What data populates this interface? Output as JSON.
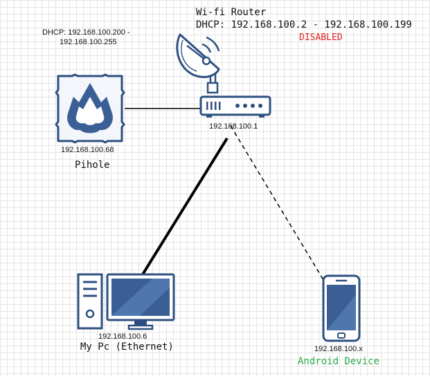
{
  "router": {
    "title": "Wi-fi Router",
    "dhcp": "DHCP: 192.168.100.2 - 192.168.100.199",
    "status": "DISABLED",
    "ip": "192.168.100.1"
  },
  "pihole": {
    "dhcp_line1": "DHCP: 192.168.100.200 -",
    "dhcp_line2": "192.168.100.255",
    "ip": "192.168.100.68",
    "name": "Pihole"
  },
  "pc": {
    "ip": "192.168.100.6",
    "name": "My Pc (Ethernet)"
  },
  "android": {
    "ip": "192.168.100.x",
    "name": "Android Device"
  },
  "colors": {
    "status_red": "#e02020",
    "android_green": "#2eaa4a",
    "icon_blue": "#3a5f95",
    "icon_dark": "#2d4f80"
  },
  "links": [
    {
      "from": "pihole",
      "to": "router",
      "style": "solid-thin"
    },
    {
      "from": "router",
      "to": "pc",
      "style": "solid-thick"
    },
    {
      "from": "router",
      "to": "android",
      "style": "dashed"
    }
  ]
}
